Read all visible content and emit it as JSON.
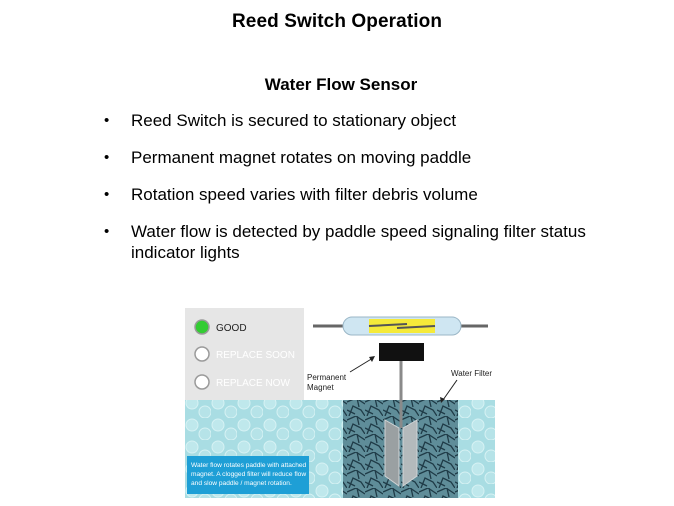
{
  "slide": {
    "title": "Reed Switch Operation",
    "subtitle": "Water Flow Sensor",
    "bullets": [
      "Reed Switch is secured to stationary object",
      "Permanent magnet rotates on moving paddle",
      "Rotation speed varies with filter debris volume",
      "Water flow is detected by paddle speed signaling filter status indicator lights"
    ]
  },
  "diagram": {
    "indicators": [
      {
        "label": "GOOD",
        "state": "on",
        "color": "#33cc33"
      },
      {
        "label": "REPLACE SOON",
        "state": "off"
      },
      {
        "label": "REPLACE NOW",
        "state": "off"
      }
    ],
    "magnet_label_line1": "Permanent",
    "magnet_label_line2": "Magnet",
    "filter_label": "Water Filter",
    "caption_line1": "Water flow rotates paddle with attached",
    "caption_line2": "magnet. A clogged filter will reduce flow",
    "caption_line3": "and slow paddle / magnet rotation.",
    "colors": {
      "water": "#a9dde3",
      "caption_bg": "#1e9fd6",
      "reed_glass": "#f5ea3a",
      "panel": "#e6e6e6"
    }
  }
}
